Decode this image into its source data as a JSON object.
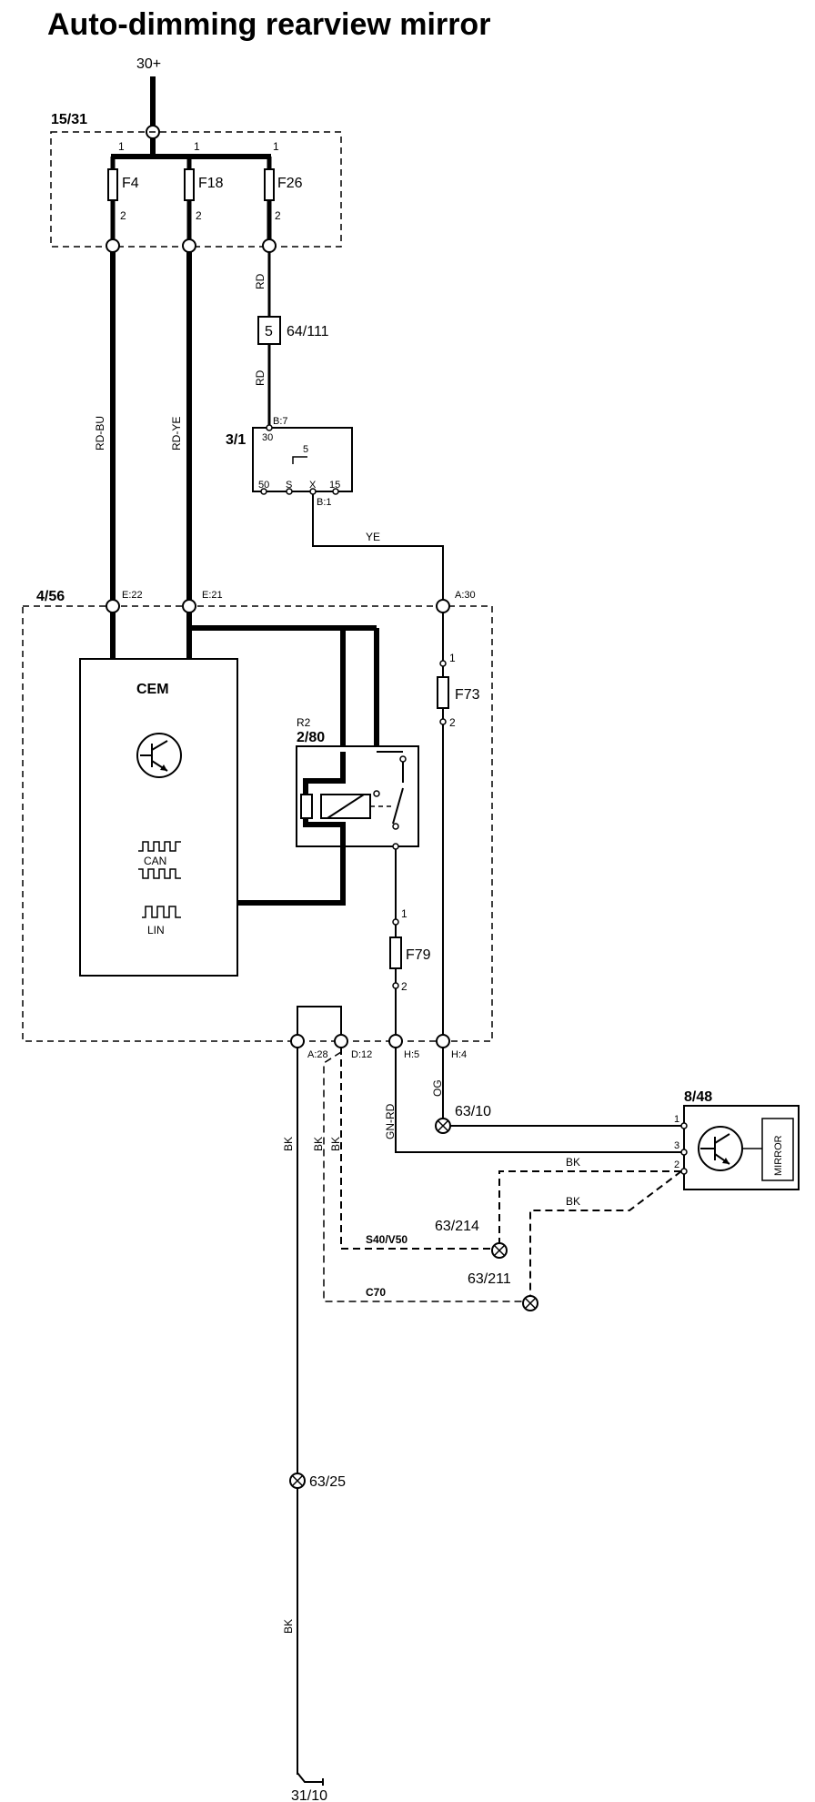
{
  "title": "Auto-dimming rearview mirror",
  "labels": {
    "supply": "30+",
    "fusebox": "15/31",
    "fuse_a": "F4",
    "fuse_b": "F18",
    "fuse_c": "F26",
    "pin1": "1",
    "pin2": "2",
    "wire_rd": "RD",
    "wire_rd_bu": "RD-BU",
    "wire_rd_ye": "RD-YE",
    "wire_ye": "YE",
    "wire_og": "OG",
    "wire_gn_rd": "GN-RD",
    "wire_bk": "BK",
    "conn_num": "5",
    "conn_id": "64/111",
    "switch_id": "3/1",
    "switch_b7": "B:7",
    "switch_b1": "B:1",
    "switch_30": "30",
    "switch_5": "5",
    "switch_50": "50",
    "switch_s": "S",
    "switch_x": "X",
    "switch_15": "15",
    "cem_box": "4/56",
    "e22": "E:22",
    "e21": "E:21",
    "a30": "A:30",
    "cem": "CEM",
    "can": "CAN",
    "lin": "LIN",
    "fuse_f73": "F73",
    "relay_r": "R2",
    "relay_id": "2/80",
    "fuse_f79": "F79",
    "a28": "A:28",
    "d12": "D:12",
    "h5": "H:5",
    "h4": "H:4",
    "ground_6310": "63/10",
    "mirror_id": "8/48",
    "mirror": "MIRROR",
    "mpin1": "1",
    "mpin2": "2",
    "mpin3": "3",
    "variant_s40": "S40/V50",
    "ground_63214": "63/214",
    "variant_c70": "C70",
    "ground_63211": "63/211",
    "ground_6325": "63/25",
    "ground_3110": "31/10"
  }
}
